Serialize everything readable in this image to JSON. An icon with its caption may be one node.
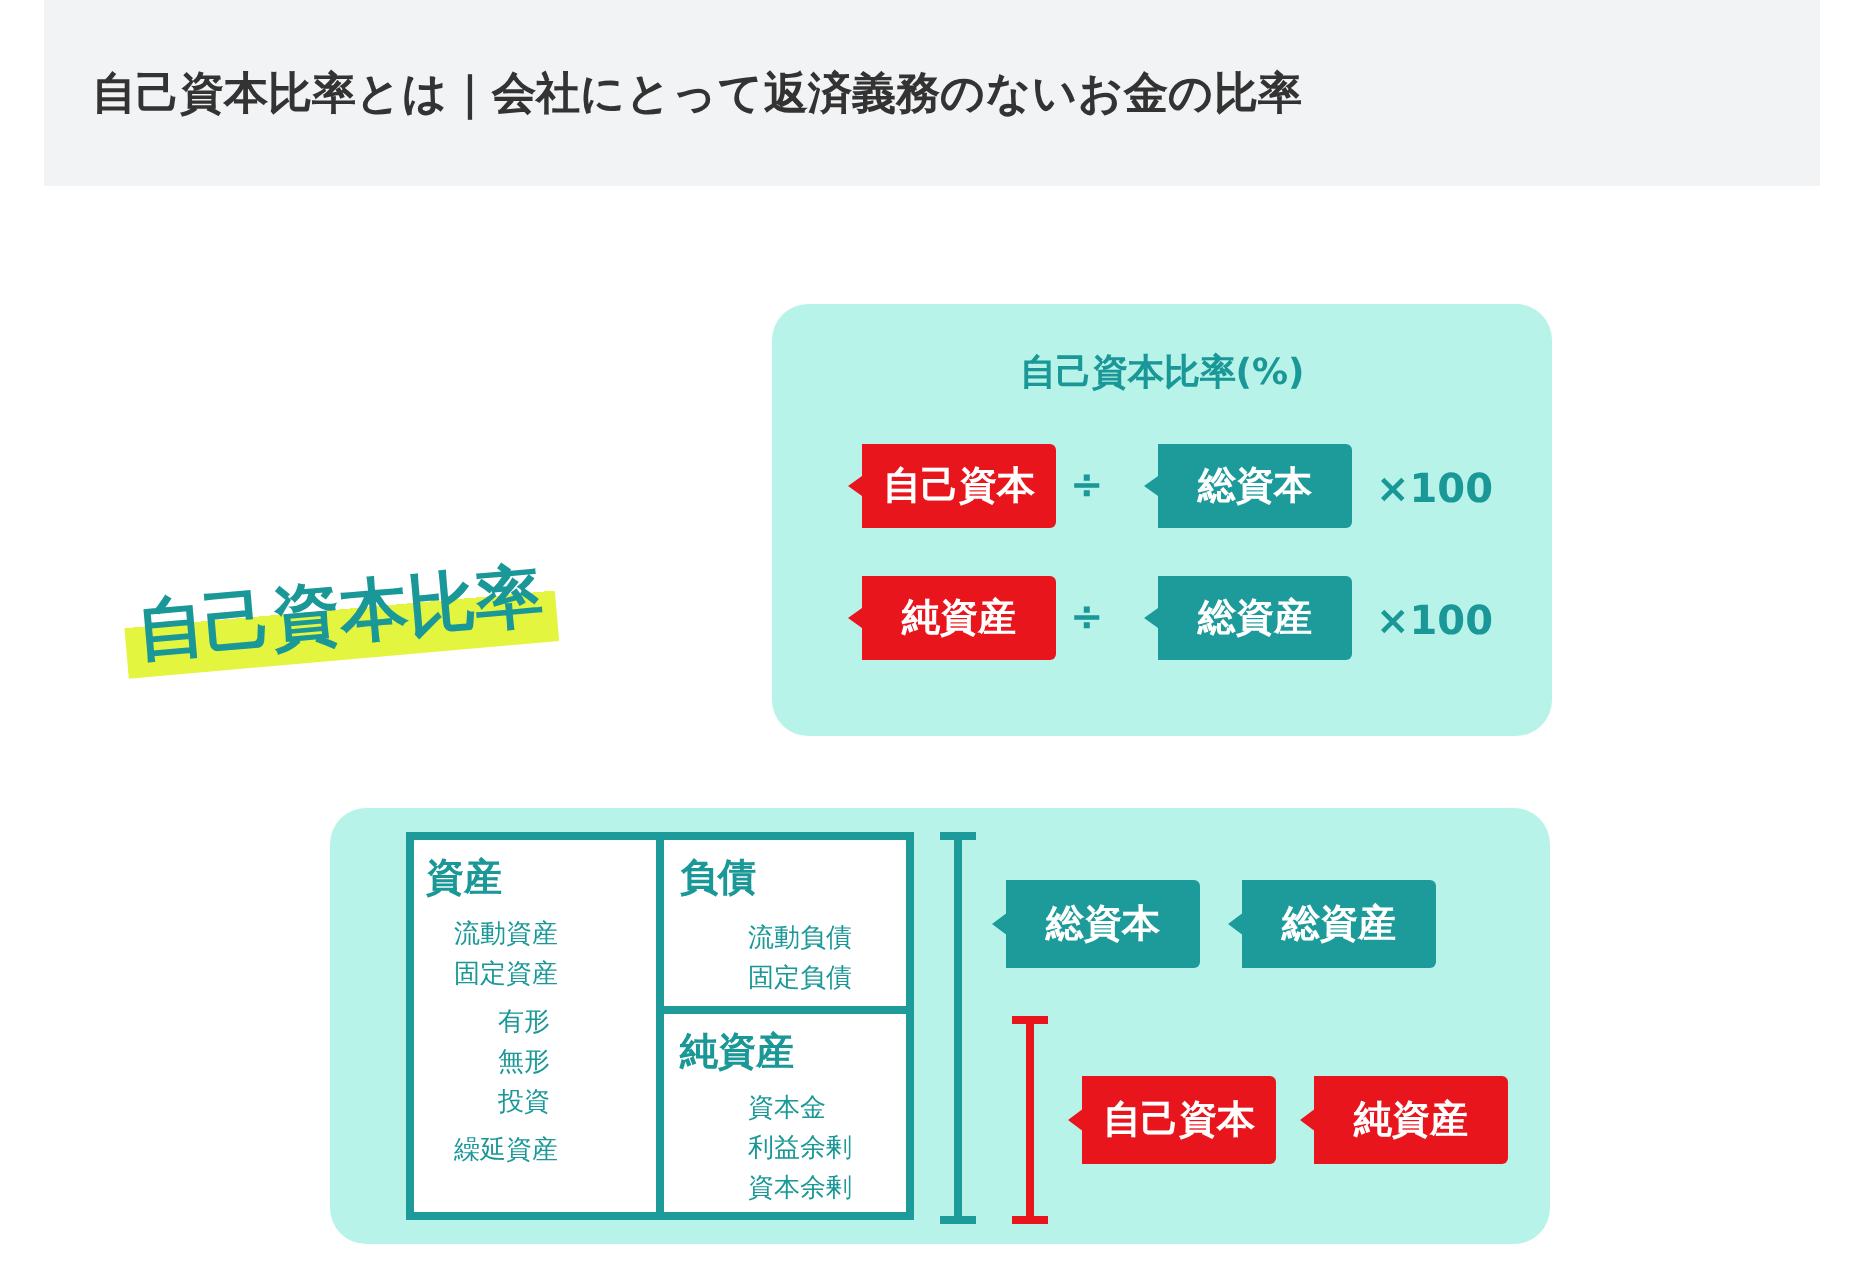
{
  "diagram": {
    "title": "自己資本比率とは｜会社にとって返済義務のないお金の比率",
    "nodes": [
      {
        "text": [
          "自己資本比率(%)"
        ]
      },
      {
        "text": [
          "自己資本"
        ],
        "in": 0
      },
      {
        "text": [
          "総資本"
        ],
        "in": 0
      },
      {
        "text": [
          "純資産"
        ],
        "in": 0
      },
      {
        "text": [
          "総資産"
        ],
        "in": 0
      },
      {
        "text": [],
        "shape": "box"
      },
      {
        "text": [
          "資産",
          "流動資産",
          "固定資産",
          "有形",
          "無形",
          "投資",
          "繰延資産"
        ],
        "in": 5
      },
      {
        "text": [
          "負債",
          "流動負債",
          "固定負債"
        ],
        "in": 5
      },
      {
        "text": [
          "純資産",
          "資本金",
          "利益余剰",
          "資本余剰"
        ],
        "in": 5
      },
      {
        "text": [
          "総資本"
        ],
        "in": 5
      },
      {
        "text": [
          "総資産"
        ],
        "in": 5
      },
      {
        "text": [
          "自己資本"
        ],
        "in": 5
      },
      {
        "text": [
          "純資産"
        ],
        "in": 5
      }
    ],
    "edges": [],
    "labels": [
      "÷",
      "×100",
      "自己資本比率",
      "÷",
      "×100"
    ]
  }
}
